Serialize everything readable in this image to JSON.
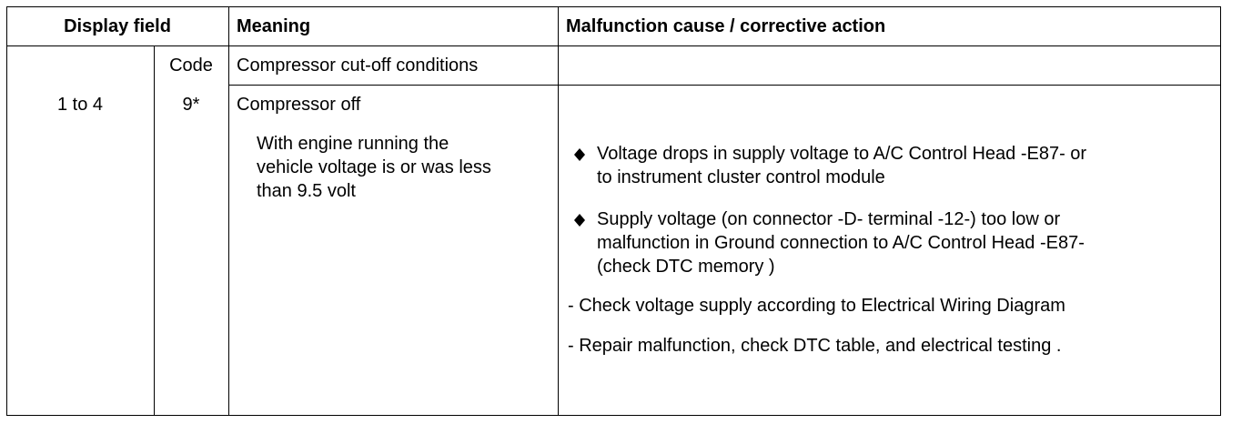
{
  "header": {
    "display_field": "Display field",
    "meaning": "Meaning",
    "malfunction": "Malfunction cause / corrective action"
  },
  "subheader": {
    "code_label": "Code",
    "meaning": "Compressor cut-off conditions"
  },
  "row": {
    "display_field": "1 to 4",
    "code": "9*",
    "meaning_title": "Compressor off",
    "meaning_detail": [
      "With engine running the",
      "vehicle voltage is or was less",
      "than 9.5 volt"
    ],
    "causes": [
      {
        "lines": [
          "Voltage drops in supply voltage to A/C Control Head -E87- or",
          "to instrument cluster control module"
        ]
      },
      {
        "lines": [
          "Supply voltage (on connector -D- terminal -12-) too low or",
          "malfunction in Ground connection to A/C Control Head -E87-",
          "(check DTC memory )"
        ]
      }
    ],
    "actions": [
      "- Check voltage supply according to Electrical Wiring Diagram",
      "- Repair malfunction, check DTC table,  and  electrical testing ."
    ]
  },
  "icons": {
    "bullet": "diamond-bullet-icon"
  }
}
